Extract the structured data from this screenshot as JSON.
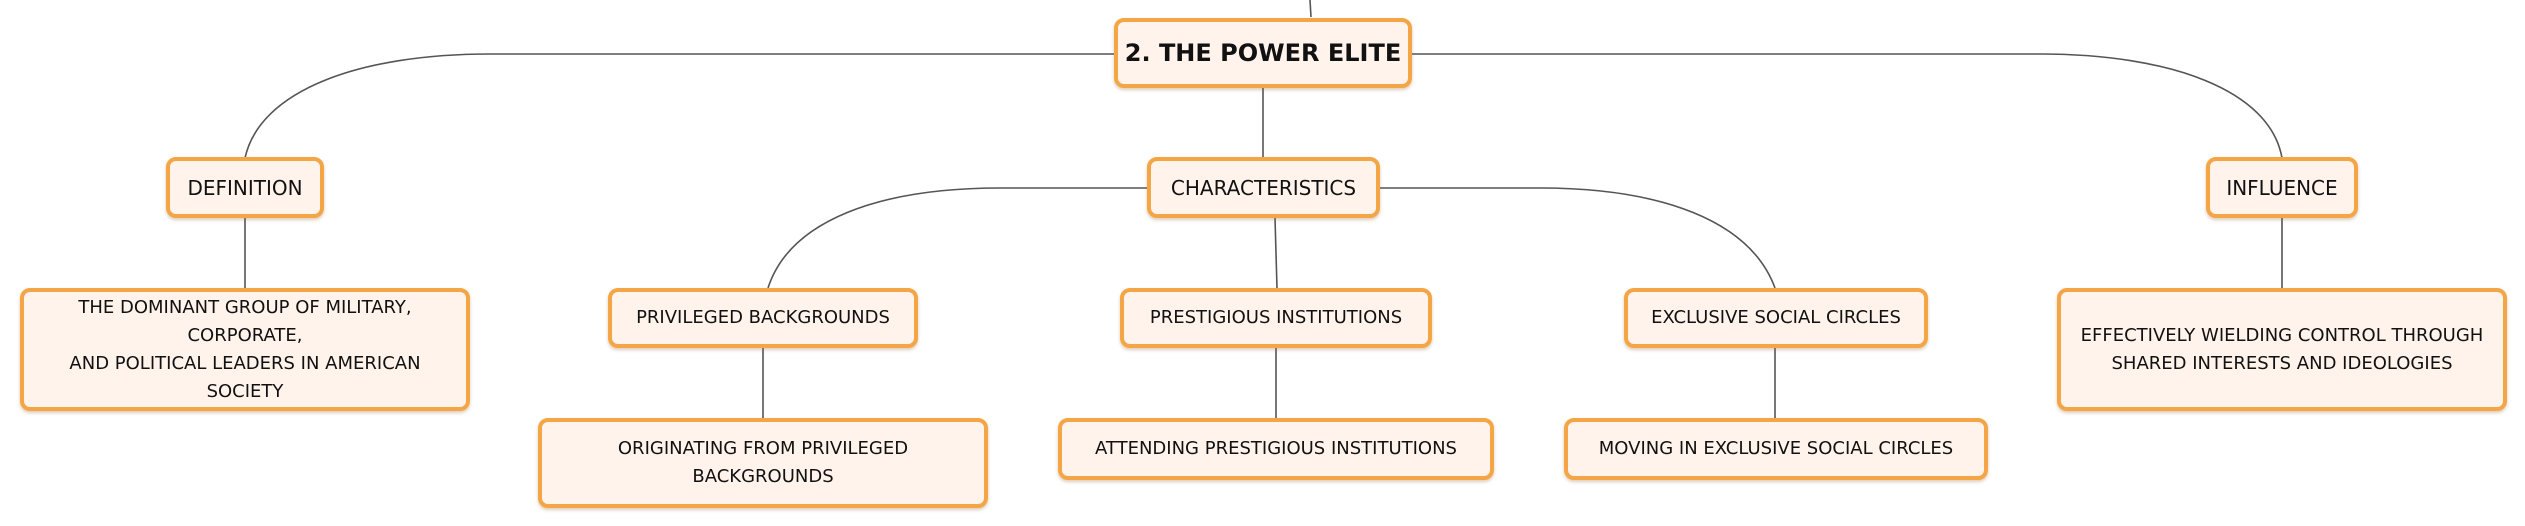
{
  "diagram": {
    "root": {
      "label": "2. THE POWER ELITE"
    },
    "branches": {
      "definition": {
        "label": "DEFINITION",
        "detail": [
          "THE DOMINANT GROUP OF MILITARY, CORPORATE,",
          "AND POLITICAL LEADERS IN AMERICAN SOCIETY"
        ]
      },
      "characteristics": {
        "label": "CHARACTERISTICS",
        "items": [
          {
            "label": "PRIVILEGED BACKGROUNDS",
            "detail": "ORIGINATING FROM PRIVILEGED BACKGROUNDS"
          },
          {
            "label": "PRESTIGIOUS INSTITUTIONS",
            "detail": "ATTENDING PRESTIGIOUS INSTITUTIONS"
          },
          {
            "label": "EXCLUSIVE SOCIAL CIRCLES",
            "detail": "MOVING IN EXCLUSIVE SOCIAL CIRCLES"
          }
        ]
      },
      "influence": {
        "label": "INFLUENCE",
        "detail": [
          "EFFECTIVELY WIELDING CONTROL THROUGH",
          "SHARED INTERESTS AND IDEOLOGIES"
        ]
      }
    }
  },
  "colors": {
    "node_border": "#f4a646",
    "node_fill": "#fff3ec",
    "connector": "#555555"
  }
}
